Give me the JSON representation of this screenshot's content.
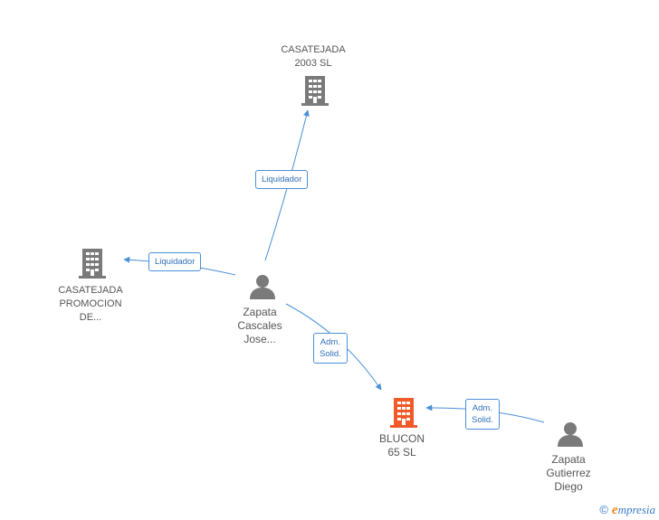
{
  "colors": {
    "company": "#7a7a7a",
    "company_highlight": "#f05a28",
    "person": "#7a7a7a",
    "edge": "#4a8fd8",
    "edge_label_text": "#2f6fb8"
  },
  "nodes": {
    "casatejada2003": {
      "type": "company-icon",
      "lines": [
        "CASATEJADA",
        "2003 SL"
      ]
    },
    "casatejadaPromocion": {
      "type": "company-icon",
      "lines": [
        "CASATEJADA",
        "PROMOCION",
        "DE..."
      ]
    },
    "zapataCascales": {
      "type": "person-icon",
      "lines": [
        "Zapata",
        "Cascales",
        "Jose..."
      ]
    },
    "blucon": {
      "type": "company-icon",
      "lines": [
        "BLUCON",
        "65 SL"
      ]
    },
    "zapataGutierrez": {
      "type": "person-icon",
      "lines": [
        "Zapata",
        "Gutierrez",
        "Diego"
      ]
    }
  },
  "edges": [
    {
      "from": "zapataCascales",
      "to": "casatejada2003",
      "lines": [
        "Liquidador"
      ]
    },
    {
      "from": "zapataCascales",
      "to": "casatejadaPromocion",
      "lines": [
        "Liquidador"
      ]
    },
    {
      "from": "zapataCascales",
      "to": "blucon",
      "lines": [
        "Adm.",
        "Solid."
      ]
    },
    {
      "from": "zapataGutierrez",
      "to": "blucon",
      "lines": [
        "Adm.",
        "Solid."
      ]
    }
  ],
  "footer": {
    "copyright_symbol": "©",
    "brand_initial": "e",
    "brand_rest": "mpresia"
  }
}
